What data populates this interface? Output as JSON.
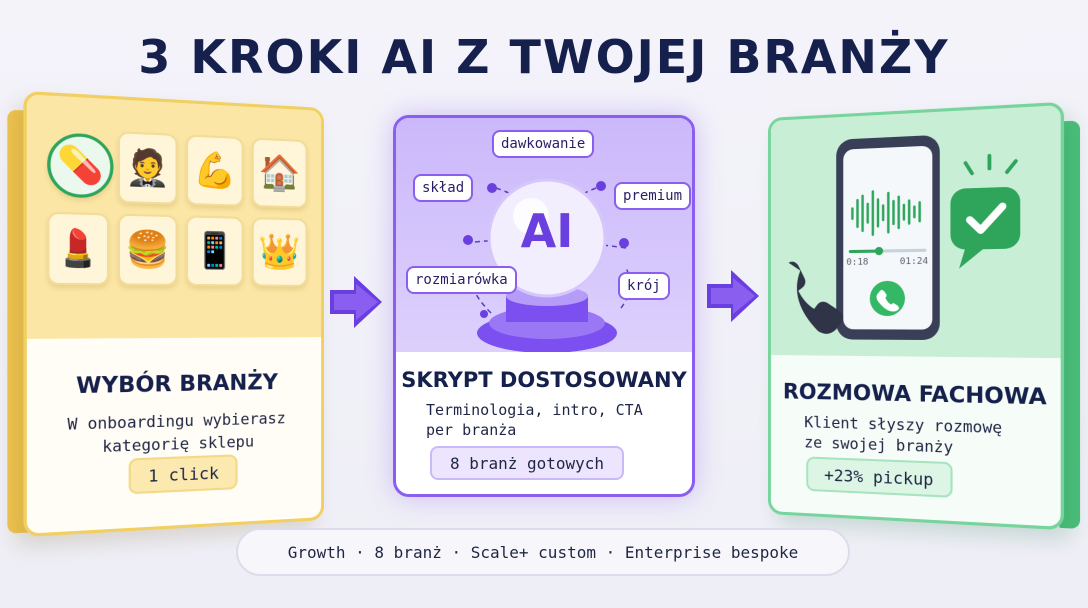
{
  "title": "3 KROKI AI Z TWOJEJ BRANŻY",
  "colors": {
    "title": "#16204d",
    "yellow": "#f1cf62",
    "purple": "#8a5ff0",
    "green": "#4cc07c"
  },
  "step1": {
    "heading": "WYBÓR BRANŻY",
    "line1": "W onboardingu wybierasz",
    "line2": "kategorię sklepu",
    "badge": "1 click",
    "icons": [
      {
        "name": "pill-icon",
        "glyph": "💊"
      },
      {
        "name": "suit-icon",
        "glyph": "🤵"
      },
      {
        "name": "biceps-icon",
        "glyph": "💪"
      },
      {
        "name": "house-icon",
        "glyph": "🏠"
      },
      {
        "name": "lipstick-icon",
        "glyph": "💄"
      },
      {
        "name": "burger-icon",
        "glyph": "🍔"
      },
      {
        "name": "phone-icon",
        "glyph": "📱"
      },
      {
        "name": "crown-icon",
        "glyph": "👑"
      }
    ]
  },
  "step2": {
    "heading": "SKRYPT DOSTOSOWANY",
    "line1": "Terminologia, intro, CTA",
    "line2": "per branża",
    "badge": "8 branż gotowych",
    "orb_label": "AI",
    "tags": {
      "t1": "dawkowanie",
      "t2": "skład",
      "t3": "premium",
      "t4": "rozmiarówka",
      "t5": "krój"
    }
  },
  "step3": {
    "heading": "ROZMOWA FACHOWA",
    "line1": "Klient słyszy rozmowę",
    "line2": "ze swojej branży",
    "badge": "+23% pickup",
    "time_start": "0:18",
    "time_end": "01:24"
  },
  "footer": "Growth · 8 branż · Scale+ custom · Enterprise bespoke"
}
